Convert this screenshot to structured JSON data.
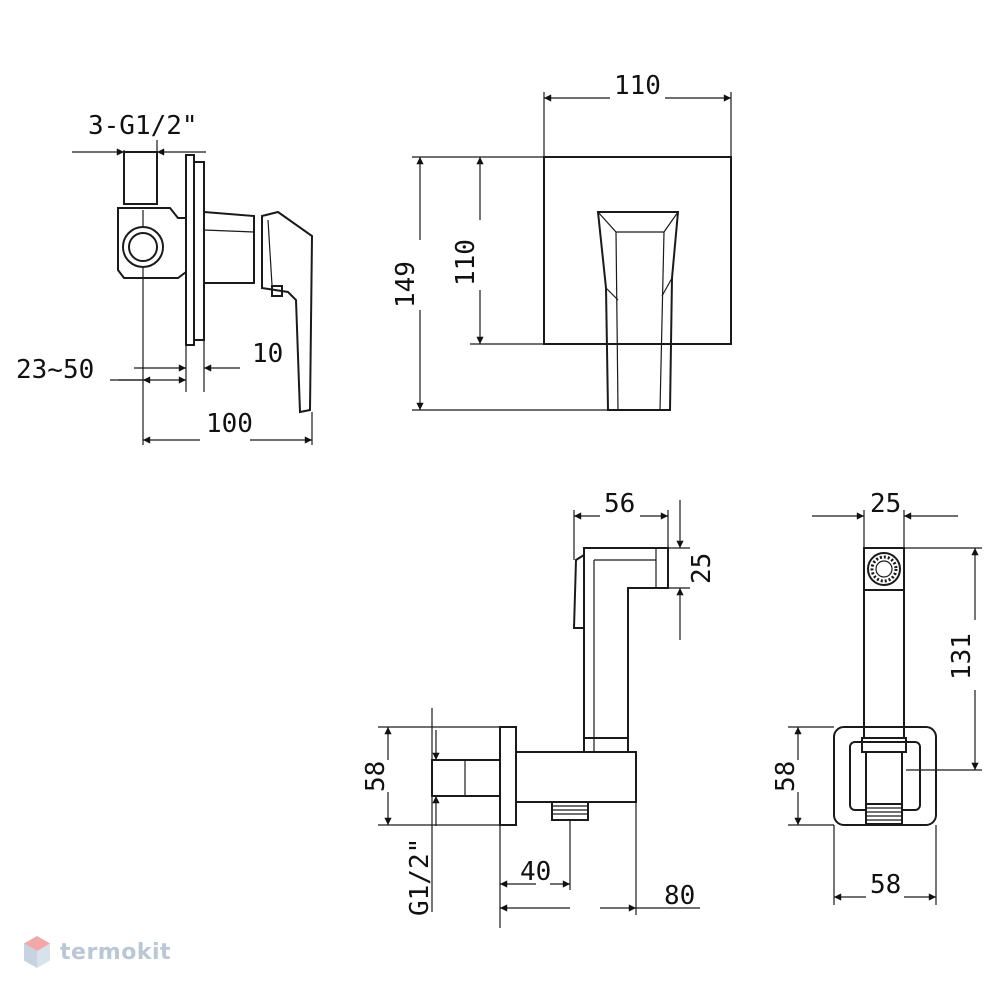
{
  "dimensions": {
    "threads": "3-G1/2\"",
    "wall_depth": "23~50",
    "plate_gap": "10",
    "mixer_depth": "100",
    "plate_width": "110",
    "plate_height": "110",
    "mixer_height": "149",
    "holder_width": "56",
    "holder_head": "25",
    "connector_height": "58",
    "thread_side": "G1/2\"",
    "outlet_offset": "40",
    "connector_depth": "80",
    "head_width": "25",
    "shower_length": "131",
    "base_height": "58",
    "base_width": "58"
  },
  "brand": {
    "name": "termokit",
    "icon": "hexagon-logo-icon",
    "color": "#b9c7d6"
  }
}
